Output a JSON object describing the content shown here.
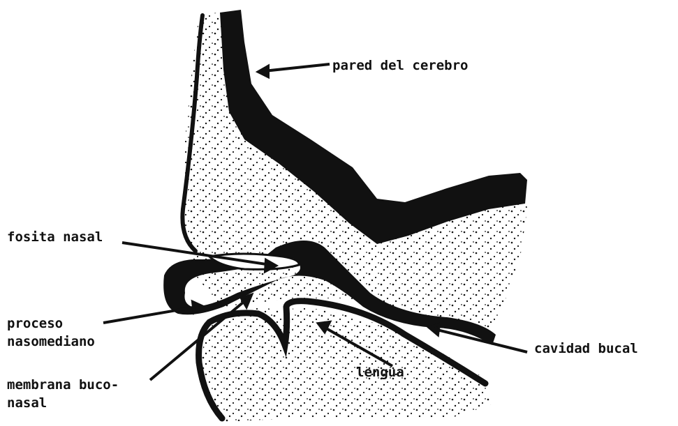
{
  "labels": {
    "brain_wall": "pared del cerebro",
    "nasal_pit": "fosita nasal",
    "nasomedial_process_1": "proceso",
    "nasomedial_process_2": "nasomediano",
    "oronasal_membrane_1": "membrana buco-",
    "oronasal_membrane_2": "nasal",
    "tongue": "lengua",
    "oral_cavity": "cavidad bucal"
  },
  "colors": {
    "ink": "#111111",
    "background": "#ffffff"
  }
}
